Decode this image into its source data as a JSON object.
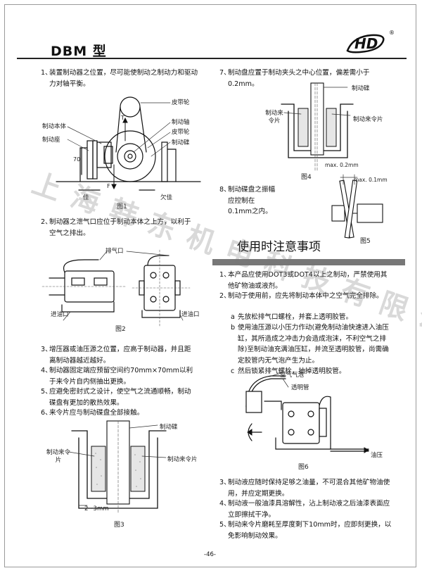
{
  "header": {
    "model": "DBM 型",
    "logo_text": "HD",
    "registered": "®"
  },
  "left_items": [
    {
      "num": "1、",
      "text": "装置制动器之位置，尽可能使制动之制动力和驱动力对轴平衡。"
    },
    {
      "num": "2、",
      "text": "制动器之泄气口应位于制动本体之上方，以利于空气之排出。"
    },
    {
      "num": "3、",
      "text": "增压器或油压源之位置，应高于制动器，并且距离制动器越近越好。"
    },
    {
      "num": "4、",
      "text": "制动器固定端应预留空间约70mm×70mm以利于来令片自内侧抽出更换。"
    },
    {
      "num": "5、",
      "text": "应避免密封式之设计，使空气之流通顺畅，制动碟盘有更加的散热效果。"
    },
    {
      "num": "6、",
      "text": "来令片应与制动碟盘全部接触。"
    }
  ],
  "right_items_top": [
    {
      "num": "7、",
      "text": "制动盘应置于制动夹头之中心位置，偏差需小于0.2mm。"
    },
    {
      "num": "8、",
      "text": "制动碟盘之振幅应控制在0.1mm之内。"
    }
  ],
  "section": {
    "title": "使用时注意事项"
  },
  "usage_items": [
    {
      "num": "1、",
      "text": "本产品应使用DOT3或DOT4以上之制动，严禁使用其他矿物油或液剂。"
    },
    {
      "num": "2、",
      "text": "制动于使用前，应先将制动本体中之空气完全排除。"
    }
  ],
  "usage_subitems": [
    {
      "letter": "a",
      "text": "先放松排气口螺栓，并套上透明胶管。"
    },
    {
      "letter": "b",
      "text": "使用油压源以小压力作动(避免制动油快速进入油压缸，其所造成之冲击力会造成泡沫，不利空气之排除)至制动油充满油压缸，并流至透明胶管，尚需确定胶管内无气泡产生为止。"
    },
    {
      "letter": "c",
      "text": "然后锁紧排气螺栓，抽掉透明胶管。"
    }
  ],
  "usage_items_bottom": [
    {
      "num": "3、",
      "text": "制动液应随时保持足够之油量，不可混合其他矿物油使用，并应定期更换。"
    },
    {
      "num": "4、",
      "text": "制动液一般油漆具溶解性，沾上制动液之后油漆表面应立即擦拭干净。"
    },
    {
      "num": "5、",
      "text": "制动来令片磨耗至厚度剩下10mm时，应即刻更换，以免影响制动效果。"
    }
  ],
  "fig1": {
    "caption": "图1",
    "labels": {
      "belt_wheel_top": "皮带轮",
      "brake_body": "制动本体",
      "brake_seat": "制动座",
      "brake_shaft": "制动轴",
      "belt_wheel_mid": "皮带轮",
      "brake_disc": "制动碟",
      "good": "佳",
      "bad": "欠佳",
      "dim_70": "70",
      "t": "T",
      "f": "F"
    }
  },
  "fig2": {
    "caption": "图2",
    "labels": {
      "vent": "排气口",
      "inlet_left": "进油口",
      "inlet_right": "进油口"
    }
  },
  "fig3": {
    "caption": "图3",
    "labels": {
      "disc": "制动碟",
      "pad_left": "制动来令片",
      "pad_right": "制动来令片",
      "gap": "2~3mm"
    }
  },
  "fig4": {
    "caption": "图4",
    "labels": {
      "disc": "制动碟",
      "pad_left": "制动来令片",
      "pad_right": "制动来令片",
      "max": "max. 0.2mm"
    }
  },
  "fig5": {
    "caption": "图5",
    "labels": {
      "max": "max. 0.1mm"
    }
  },
  "fig6": {
    "caption": "图6",
    "labels": {
      "bubble": "空气气泡",
      "tube": "透明管",
      "oil": "油压"
    }
  },
  "watermark": "上海韩东机电科技有限公司",
  "footer": {
    "page": "-46-"
  }
}
